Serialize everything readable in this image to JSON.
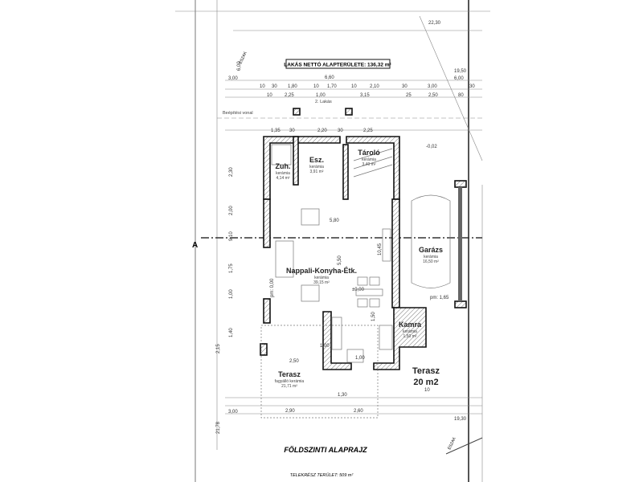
{
  "plan": {
    "title": "FÖLDSZINTI ALAPRAJZ",
    "net_area_label": "LAKÁS NETTÓ ALAPTERÜLETE: 136,32 m²",
    "plot_area_label": "TELEKRÉSZ TERÜLET: 509 m²",
    "building_line_label": "Beépítési vonal",
    "section_mark": "A",
    "north_label": "ÉSZAK",
    "entrance_label": "2. Lakás"
  },
  "rooms": [
    {
      "name": "Zuh.",
      "finish": "kerámia",
      "area": "4,14 m²"
    },
    {
      "name": "Esz.",
      "finish": "kerámia",
      "area": "3,91 m²"
    },
    {
      "name": "Tároló",
      "finish": "kerámia",
      "area": "3,40 m²"
    },
    {
      "name": "Garázs",
      "finish": "kerámia",
      "area": "16,50 m²"
    },
    {
      "name": "Nappali-Konyha-Étk.",
      "finish": "kerámia",
      "area": "39,15 m²"
    },
    {
      "name": "Kamra",
      "finish": "kerámia",
      "area": "1,50 m²"
    },
    {
      "name": "Terasz",
      "finish": "fagyálló kerámia",
      "area": "21,71 m²"
    },
    {
      "name": "Terasz",
      "finish": "",
      "area": "20 m2"
    }
  ],
  "dimensions": {
    "top": [
      "22,30",
      "19,50",
      "6,60",
      "6,00",
      "3,00",
      "6,00"
    ],
    "row1": [
      "10",
      "30",
      "1,80",
      "10",
      "1,70",
      "10",
      "2,10",
      "30",
      "3,00",
      "30"
    ],
    "row2": [
      "10",
      "2,25",
      "1,00",
      "3,15",
      "25",
      "2,50",
      "80"
    ],
    "inner": [
      "1,35",
      "30",
      "2,20",
      "30",
      "2,25",
      "5,80",
      "5,50",
      "10,45",
      "1,50",
      "1,00",
      "2,50",
      "±0,00",
      "-0,02",
      "pm: 0,00",
      "pm: 1,65"
    ],
    "side": [
      "9,10",
      "2,30",
      "2,00",
      "1,75",
      "1,00",
      "2,15",
      "1,40"
    ],
    "bottom": [
      "3,00",
      "2,90",
      "2,60",
      "19,30",
      "21,78",
      "1,30",
      "1,00",
      "10"
    ]
  }
}
